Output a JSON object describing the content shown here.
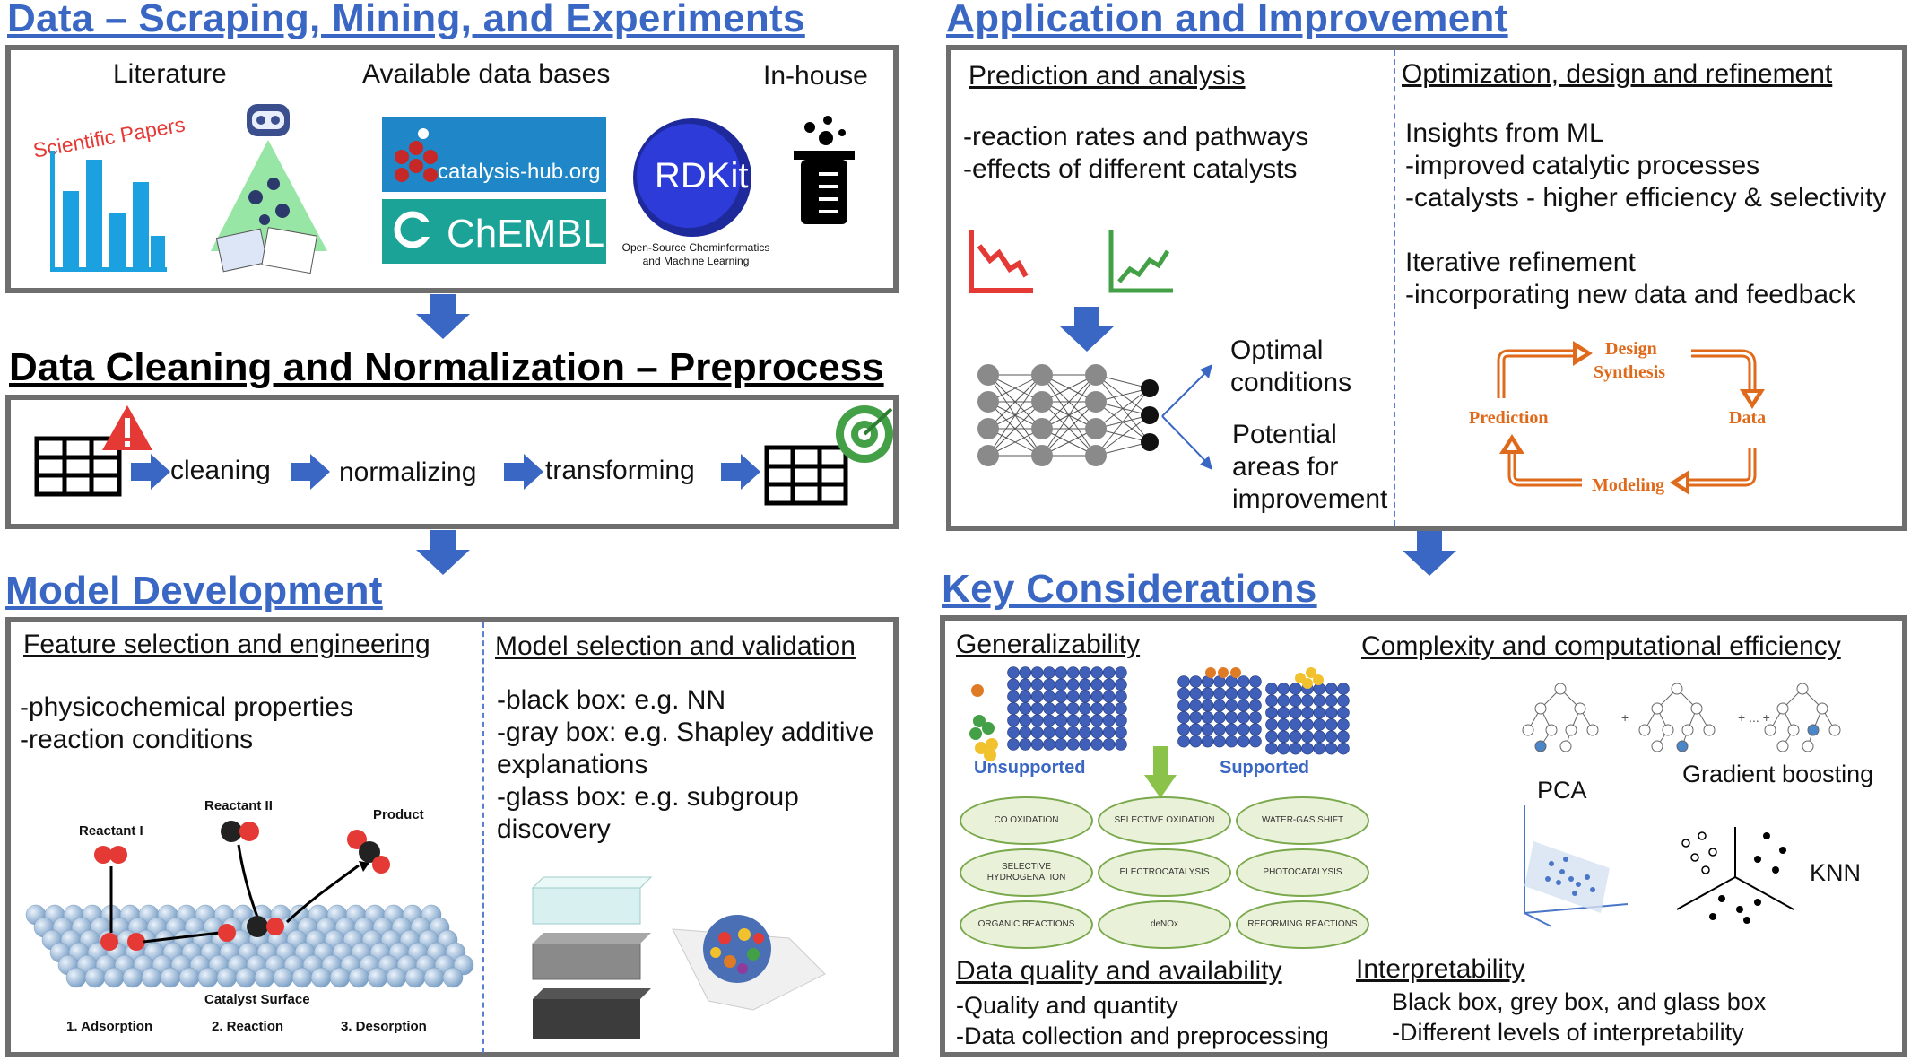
{
  "data_section": {
    "title": "Data – Scraping, Mining, and Experiments",
    "literature_label": "Literature",
    "databases_label": "Available data bases",
    "inhouse_label": "In-house",
    "scientific_papers": "Scientific Papers",
    "catalysis_hub": "catalysis-hub.org",
    "chembl": "ChEMBL",
    "rdkit": "RDKit",
    "rdkit_caption": "Open-Source Cheminformatics and Machine Learning"
  },
  "preprocess": {
    "title": "Data Cleaning and Normalization – Preprocess",
    "steps": [
      "cleaning",
      "normalizing",
      "transforming"
    ]
  },
  "model_dev": {
    "title": "Model Development",
    "feature_heading": "Feature selection and engineering",
    "feature_items": [
      "-physicochemical properties",
      "-reaction conditions"
    ],
    "reactant1": "Reactant I",
    "reactant2": "Reactant II",
    "product": "Product",
    "surface": "Catalyst Surface",
    "steps": [
      "1. Adsorption",
      "2. Reaction",
      "3. Desorption"
    ],
    "model_heading": "Model selection and validation",
    "model_items": [
      "-black box: e.g. NN",
      "-gray box: e.g. Shapley additive",
      "explanations",
      "-glass box: e.g. subgroup",
      "discovery"
    ]
  },
  "application": {
    "title": "Application and Improvement",
    "prediction_heading": "Prediction and analysis",
    "prediction_items": [
      "-reaction rates and pathways",
      "-effects of different catalysts"
    ],
    "optimal": [
      "Optimal",
      "conditions"
    ],
    "potential": [
      "Potential",
      "areas for",
      "improvement"
    ],
    "optimization_heading": "Optimization, design and refinement",
    "insights": [
      "Insights from ML",
      "-improved catalytic processes",
      "-catalysts - higher efficiency & selectivity"
    ],
    "iterative": [
      "Iterative refinement",
      "-incorporating new data and feedback"
    ],
    "cycle": {
      "design": [
        "Design",
        "Synthesis"
      ],
      "data": "Data",
      "modeling": "Modeling",
      "prediction": "Prediction"
    }
  },
  "key": {
    "title": "Key Considerations",
    "generalizability": "Generalizability",
    "unsupported": "Unsupported",
    "supported": "Supported",
    "pills": [
      "CO OXIDATION",
      "SELECTIVE OXIDATION",
      "WATER-GAS SHIFT",
      "SELECTIVE HYDROGENATION",
      "ELECTROCATALYSIS",
      "PHOTOCATALYSIS",
      "ORGANIC REACTIONS",
      "deNOx",
      "REFORMING REACTIONS"
    ],
    "complexity_heading": "Complexity and computational efficiency",
    "pca": "PCA",
    "gradient": "Gradient boosting",
    "knn": "KNN",
    "dq_heading": "Data quality and availability",
    "dq_items": [
      "-Quality and quantity",
      "-Data collection and preprocessing"
    ],
    "interp_heading": "Interpretability",
    "interp_items": [
      "Black box, grey box, and glass box",
      "-Different levels of interpretability"
    ]
  },
  "colors": {
    "title_blue": "#3a66c4",
    "arrow_blue": "#3a66c4",
    "box_border": "#6e6e6e",
    "cycle_orange": "#e06a1b"
  }
}
